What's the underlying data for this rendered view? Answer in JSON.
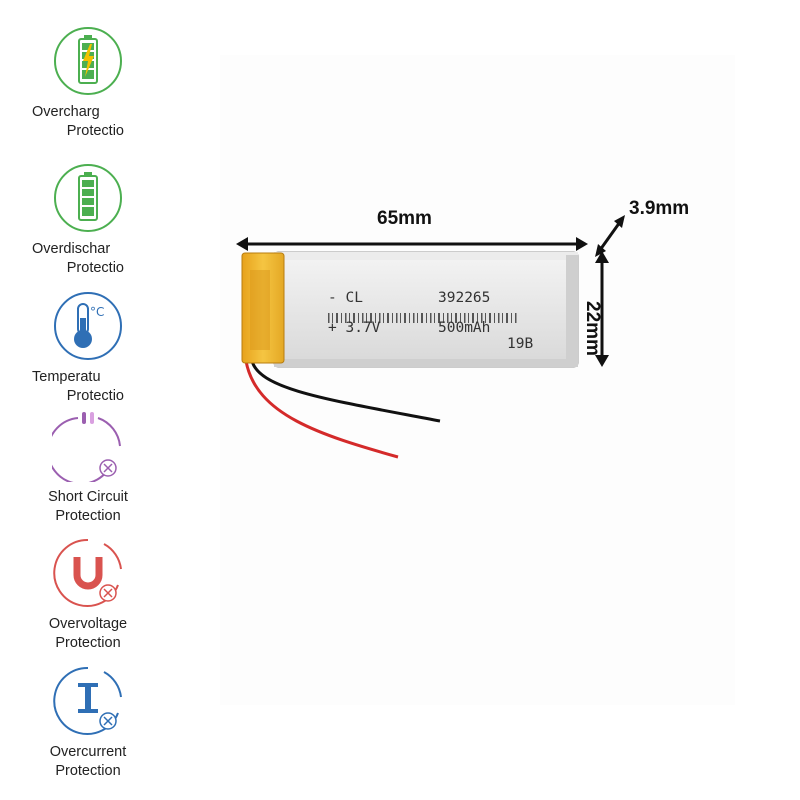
{
  "features": [
    {
      "id": "overcharge",
      "line1": "Overcharg",
      "line2": "Protectio",
      "icon": "battery-charging-icon",
      "color": "#4caf50"
    },
    {
      "id": "overdischarge",
      "line1": "Overdischar",
      "line2": "Protectio",
      "icon": "battery-full-icon",
      "color": "#4caf50"
    },
    {
      "id": "temperature",
      "line1": "Temperatu",
      "line2": "Protectio",
      "icon": "thermometer-icon",
      "color": "#2f6fb5"
    },
    {
      "id": "short-circuit",
      "line1": "Short Circuit",
      "line2": "Protection",
      "icon": "short-circuit-icon",
      "color": "#9b5fb0"
    },
    {
      "id": "overvoltage",
      "line1": "Overvoltage",
      "line2": "Protection",
      "icon": "voltage-u-icon",
      "color": "#d9534f"
    },
    {
      "id": "overcurrent",
      "line1": "Overcurrent",
      "line2": "Protection",
      "icon": "current-i-icon",
      "color": "#2f6fb5"
    }
  ],
  "temperature_symbol": "°C",
  "dimensions": {
    "length": "65mm",
    "thickness": "3.9mm",
    "width": "22mm"
  },
  "battery_label": {
    "line1_left": "- CL",
    "line1_right": "392265",
    "line2_left": "+ 3.7V",
    "line2_right": "500mAh",
    "line3": "19B"
  }
}
